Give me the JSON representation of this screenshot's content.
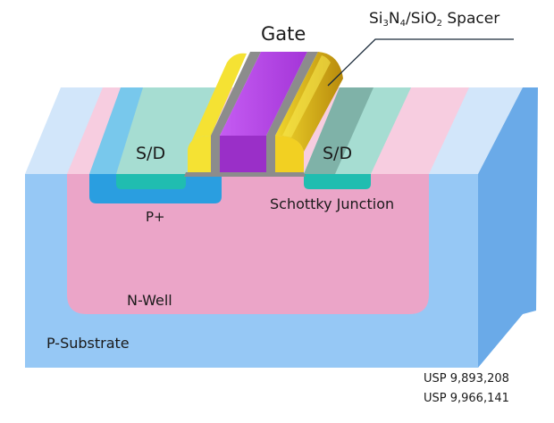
{
  "labels": {
    "gate": "Gate",
    "spacer": {
      "si": "Si",
      "si_n": "3",
      "n": "N",
      "n_n": "4",
      "mid": "/SiO",
      "o_n": "2",
      "tail": " Spacer"
    },
    "sd_left": "S/D",
    "sd_right": "S/D",
    "p_plus": "P+",
    "schottky": "Schottky Junction",
    "n_well": "N-Well",
    "p_substrate": "P-Substrate",
    "patent_1": "USP 9,893,208",
    "patent_2": "USP 9,966,141"
  },
  "colors": {
    "substrate_front": "#96c8f5",
    "substrate_top": "#d2e6fa",
    "substrate_side": "#6aaae8",
    "nwell": "#eba5c8",
    "nwell_top": "#f7cde0",
    "sd_region": "#78c8ec",
    "sd_teal": "#a6ddd2",
    "sd_teal_dark": "#7fb2a8",
    "pplus": "#2a9ee0",
    "schottky": "#20bdb0",
    "gate_purple": "#bb44ee",
    "gate_purple_dark": "#9a2fc8",
    "spacer_yellow": "#f5e233",
    "spacer_gold": "#c69a0d",
    "oxide_gray": "#8c8c8c"
  }
}
